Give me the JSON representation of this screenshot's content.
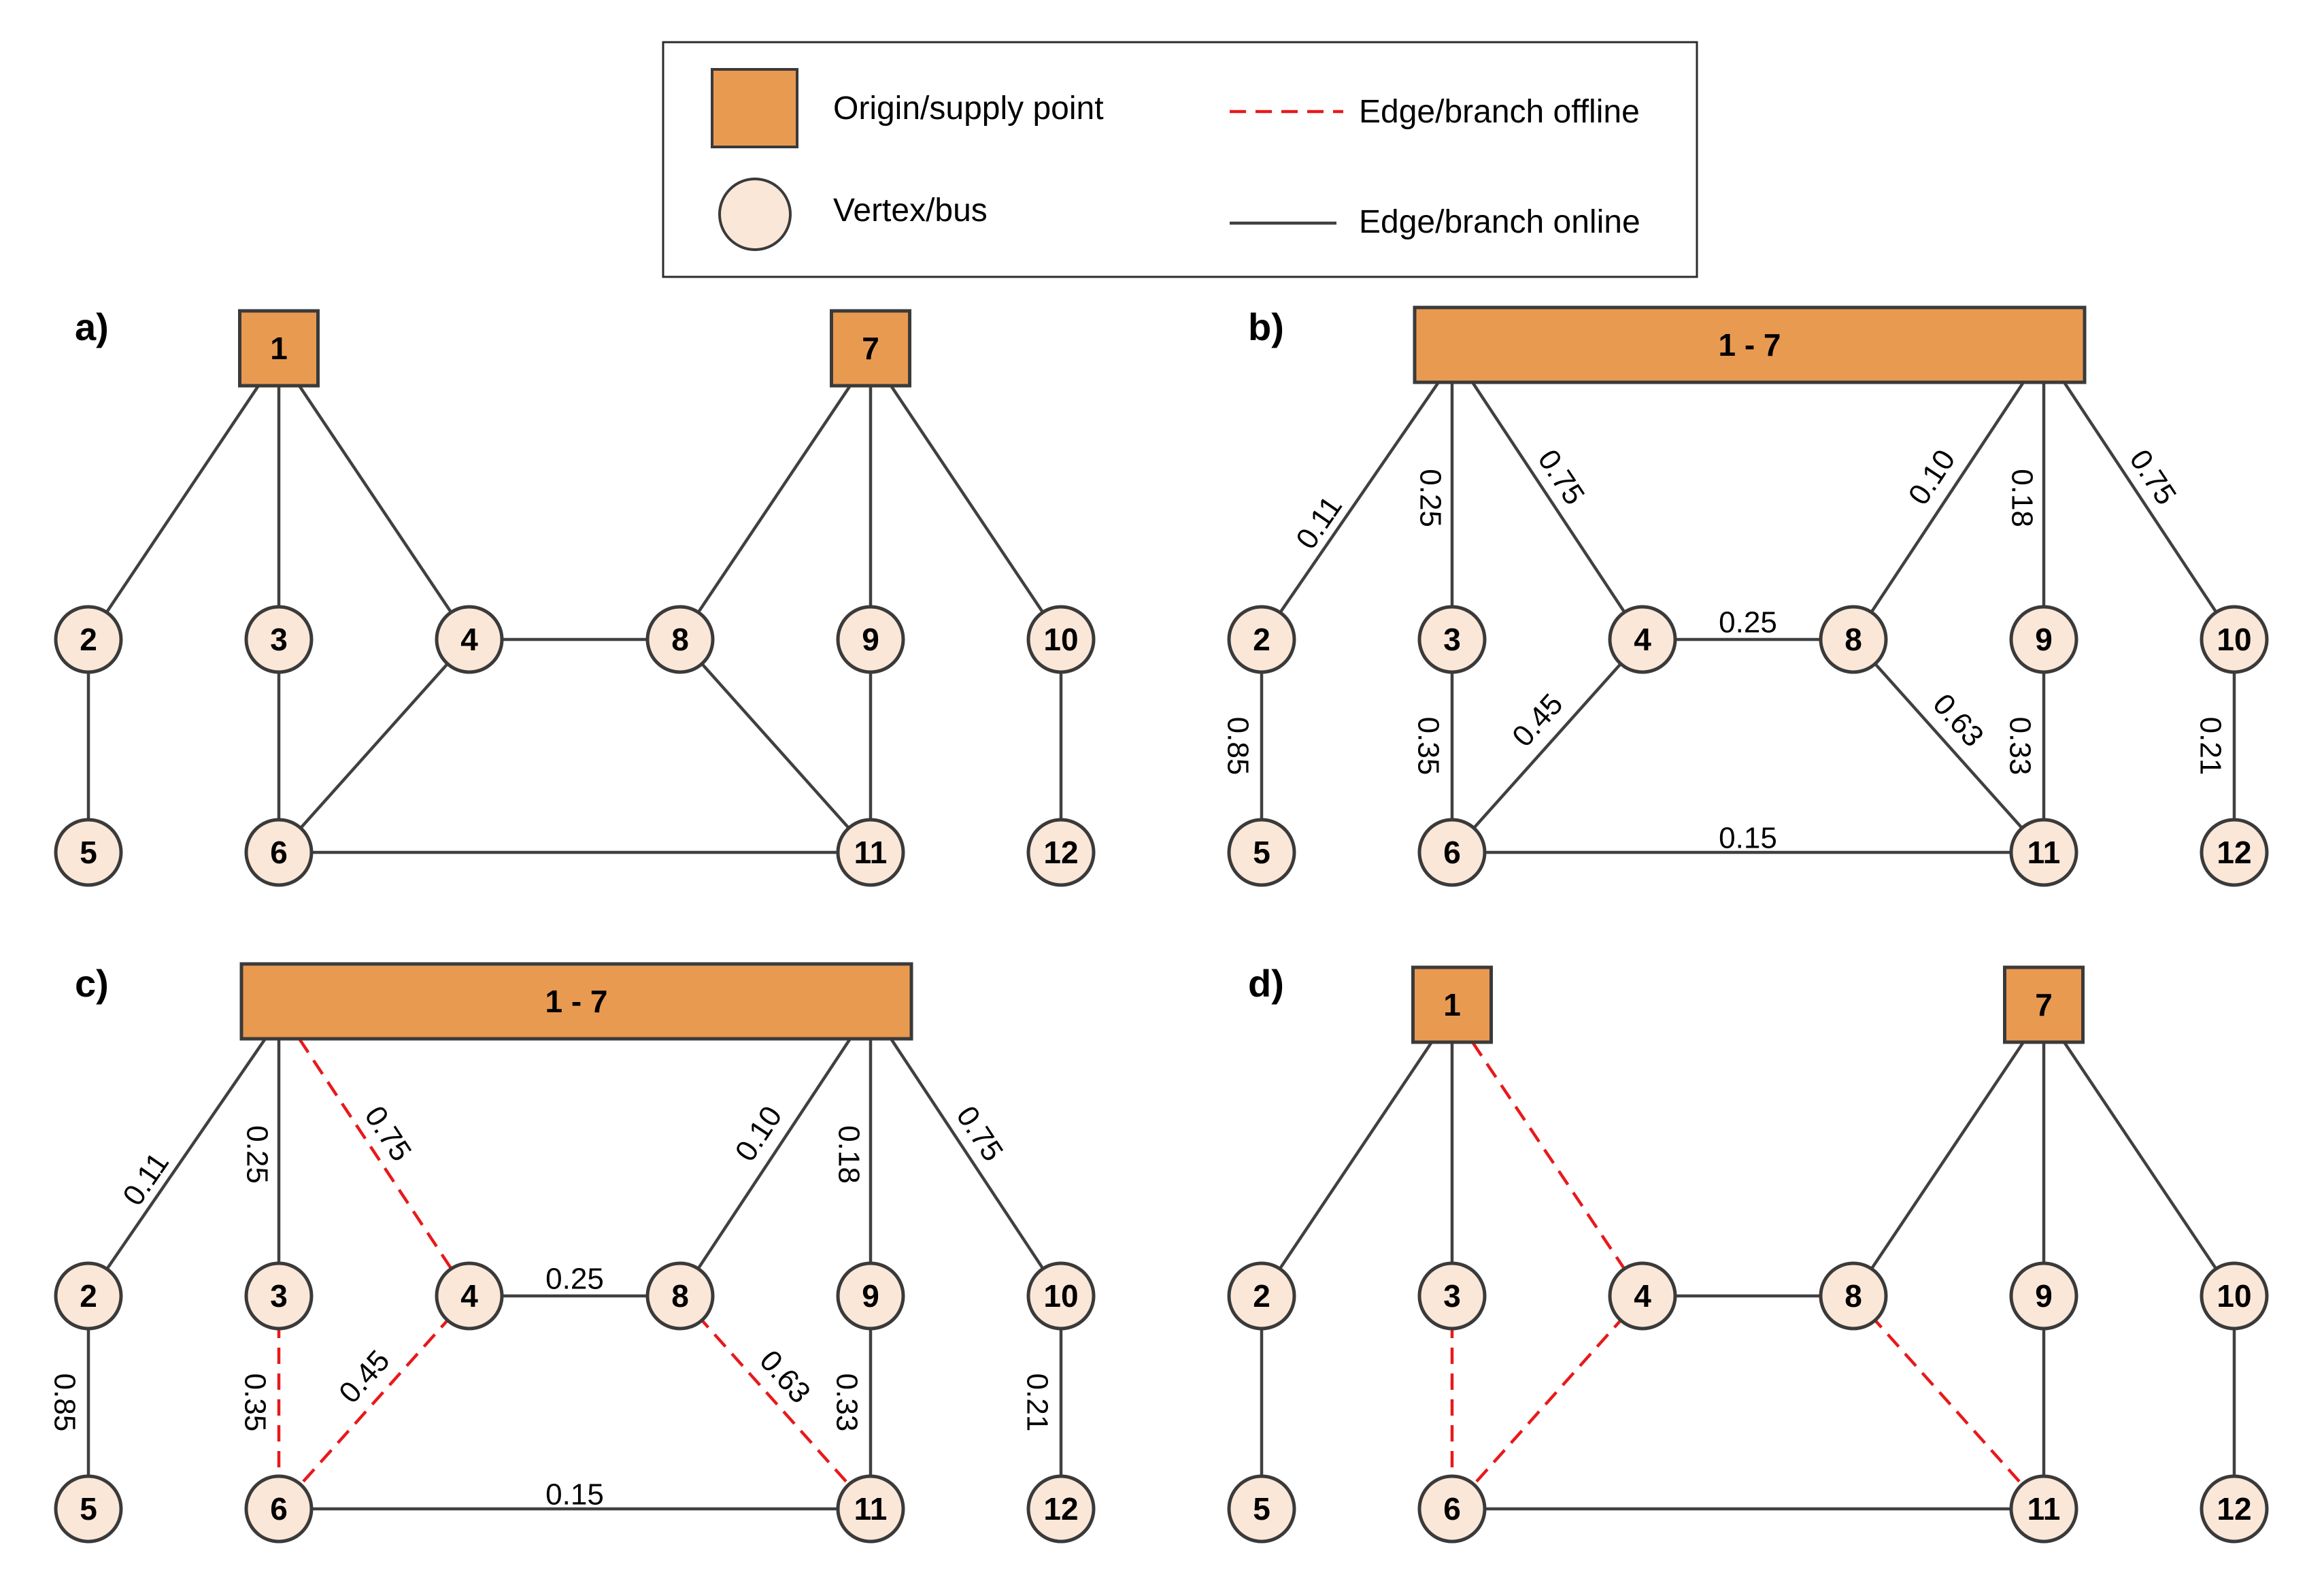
{
  "colors": {
    "source_fill": "#e99a51",
    "node_fill": "#fae7d8",
    "edge_online": "#404040",
    "edge_offline": "#e8191b"
  },
  "legend": {
    "origin": "Origin/supply point",
    "vertex": "Vertex/bus",
    "offline": "Edge/branch offline",
    "online": "Edge/branch online"
  },
  "panels": [
    {
      "label": "a)",
      "merged": false,
      "show_weights": false,
      "sources": [
        "1",
        "7"
      ],
      "nodes": [
        "2",
        "3",
        "4",
        "8",
        "9",
        "10",
        "5",
        "6",
        "11",
        "12"
      ],
      "edges": [
        {
          "from": "1",
          "to": "2",
          "status": "online"
        },
        {
          "from": "1",
          "to": "3",
          "status": "online"
        },
        {
          "from": "1",
          "to": "4",
          "status": "online"
        },
        {
          "from": "7",
          "to": "8",
          "status": "online"
        },
        {
          "from": "7",
          "to": "9",
          "status": "online"
        },
        {
          "from": "7",
          "to": "10",
          "status": "online"
        },
        {
          "from": "2",
          "to": "5",
          "status": "online"
        },
        {
          "from": "3",
          "to": "6",
          "status": "online"
        },
        {
          "from": "4",
          "to": "6",
          "status": "online"
        },
        {
          "from": "4",
          "to": "8",
          "status": "online"
        },
        {
          "from": "8",
          "to": "11",
          "status": "online"
        },
        {
          "from": "9",
          "to": "11",
          "status": "online"
        },
        {
          "from": "10",
          "to": "12",
          "status": "online"
        },
        {
          "from": "6",
          "to": "11",
          "status": "online"
        }
      ]
    },
    {
      "label": "b)",
      "merged": true,
      "show_weights": true,
      "source_label": "1 - 7",
      "nodes": [
        "2",
        "3",
        "4",
        "8",
        "9",
        "10",
        "5",
        "6",
        "11",
        "12"
      ],
      "edges": [
        {
          "from": "S",
          "to": "2",
          "status": "online",
          "weight": "0.11"
        },
        {
          "from": "S",
          "to": "3",
          "status": "online",
          "weight": "0.25"
        },
        {
          "from": "S",
          "to": "4",
          "status": "online",
          "weight": "0.75"
        },
        {
          "from": "S",
          "to": "8",
          "status": "online",
          "weight": "0.10"
        },
        {
          "from": "S",
          "to": "9",
          "status": "online",
          "weight": "0.18"
        },
        {
          "from": "S",
          "to": "10",
          "status": "online",
          "weight": "0.75"
        },
        {
          "from": "2",
          "to": "5",
          "status": "online",
          "weight": "0.85"
        },
        {
          "from": "3",
          "to": "6",
          "status": "online",
          "weight": "0.35"
        },
        {
          "from": "4",
          "to": "6",
          "status": "online",
          "weight": "0.45"
        },
        {
          "from": "4",
          "to": "8",
          "status": "online",
          "weight": "0.25"
        },
        {
          "from": "8",
          "to": "11",
          "status": "online",
          "weight": "0.63"
        },
        {
          "from": "9",
          "to": "11",
          "status": "online",
          "weight": "0.33"
        },
        {
          "from": "10",
          "to": "12",
          "status": "online",
          "weight": "0.21"
        },
        {
          "from": "6",
          "to": "11",
          "status": "online",
          "weight": "0.15"
        }
      ]
    },
    {
      "label": "c)",
      "merged": true,
      "show_weights": true,
      "source_label": "1 - 7",
      "nodes": [
        "2",
        "3",
        "4",
        "8",
        "9",
        "10",
        "5",
        "6",
        "11",
        "12"
      ],
      "edges": [
        {
          "from": "S",
          "to": "2",
          "status": "online",
          "weight": "0.11"
        },
        {
          "from": "S",
          "to": "3",
          "status": "online",
          "weight": "0.25"
        },
        {
          "from": "S",
          "to": "4",
          "status": "offline",
          "weight": "0.75"
        },
        {
          "from": "S",
          "to": "8",
          "status": "online",
          "weight": "0.10"
        },
        {
          "from": "S",
          "to": "9",
          "status": "online",
          "weight": "0.18"
        },
        {
          "from": "S",
          "to": "10",
          "status": "online",
          "weight": "0.75"
        },
        {
          "from": "2",
          "to": "5",
          "status": "online",
          "weight": "0.85"
        },
        {
          "from": "3",
          "to": "6",
          "status": "offline",
          "weight": "0.35"
        },
        {
          "from": "4",
          "to": "6",
          "status": "offline",
          "weight": "0.45"
        },
        {
          "from": "4",
          "to": "8",
          "status": "online",
          "weight": "0.25"
        },
        {
          "from": "8",
          "to": "11",
          "status": "offline",
          "weight": "0.63"
        },
        {
          "from": "9",
          "to": "11",
          "status": "online",
          "weight": "0.33"
        },
        {
          "from": "10",
          "to": "12",
          "status": "online",
          "weight": "0.21"
        },
        {
          "from": "6",
          "to": "11",
          "status": "online",
          "weight": "0.15"
        }
      ]
    },
    {
      "label": "d)",
      "merged": false,
      "show_weights": false,
      "sources": [
        "1",
        "7"
      ],
      "nodes": [
        "2",
        "3",
        "4",
        "8",
        "9",
        "10",
        "5",
        "6",
        "11",
        "12"
      ],
      "edges": [
        {
          "from": "1",
          "to": "2",
          "status": "online"
        },
        {
          "from": "1",
          "to": "3",
          "status": "online"
        },
        {
          "from": "1",
          "to": "4",
          "status": "offline"
        },
        {
          "from": "7",
          "to": "8",
          "status": "online"
        },
        {
          "from": "7",
          "to": "9",
          "status": "online"
        },
        {
          "from": "7",
          "to": "10",
          "status": "online"
        },
        {
          "from": "2",
          "to": "5",
          "status": "online"
        },
        {
          "from": "3",
          "to": "6",
          "status": "offline"
        },
        {
          "from": "4",
          "to": "6",
          "status": "offline"
        },
        {
          "from": "4",
          "to": "8",
          "status": "online"
        },
        {
          "from": "8",
          "to": "11",
          "status": "offline"
        },
        {
          "from": "9",
          "to": "11",
          "status": "online"
        },
        {
          "from": "10",
          "to": "12",
          "status": "online"
        },
        {
          "from": "6",
          "to": "11",
          "status": "online"
        }
      ]
    }
  ]
}
